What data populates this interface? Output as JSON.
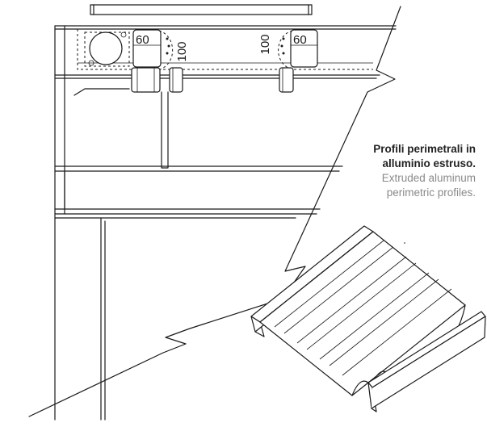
{
  "dimensions": {
    "left_box_label": "60",
    "left_vertical_label": "100",
    "right_vertical_label": "100",
    "right_box_label": "60"
  },
  "caption": {
    "italian_line1": "Profili perimetrali in",
    "italian_line2": "alluminio estruso.",
    "english_line1": "Extruded aluminum",
    "english_line2": "perimetric profiles."
  }
}
